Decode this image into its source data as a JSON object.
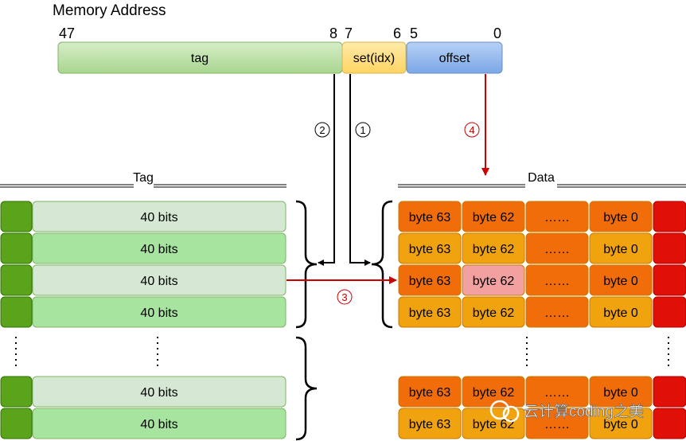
{
  "title": "Memory Address",
  "address": {
    "bits": {
      "b47": "47",
      "b8": "8",
      "b7": "7",
      "b6": "6",
      "b5": "5",
      "b0": "0"
    },
    "fields": {
      "tag": "tag",
      "set": "set(idx)",
      "offset": "offset"
    },
    "colors": {
      "tag": "#b9dfa4",
      "set": "#ffd97a",
      "offset": "#8fb6ee"
    }
  },
  "steps": {
    "s1": "1",
    "s2": "2",
    "s3": "3",
    "s4": "4"
  },
  "tag_array": {
    "header": "Tag",
    "rows": [
      {
        "bits": "40 bits",
        "shade": "light"
      },
      {
        "bits": "40 bits",
        "shade": "medium"
      },
      {
        "bits": "40 bits",
        "shade": "light"
      },
      {
        "bits": "40 bits",
        "shade": "medium"
      },
      {
        "bits": "40 bits",
        "shade": "light"
      },
      {
        "bits": "40 bits",
        "shade": "medium"
      }
    ],
    "colors": {
      "valid": "#5aa31a",
      "light": "#d5e8d4",
      "medium": "#a6e4a0"
    }
  },
  "data_array": {
    "header": "Data",
    "rows": [
      [
        "byte 63",
        "byte 62",
        "……",
        "byte 0"
      ],
      [
        "byte 63",
        "byte 62",
        "……",
        "byte 0"
      ],
      [
        "byte 63",
        "byte 62",
        "……",
        "byte 0"
      ],
      [
        "byte 63",
        "byte 62",
        "……",
        "byte 0"
      ],
      [
        "byte 63",
        "byte 62",
        "……",
        "byte 0"
      ],
      [
        "byte 63",
        "byte 62",
        "……",
        "byte 0"
      ]
    ],
    "colors": {
      "dark": "#f06d0a",
      "light": "#f0a30f",
      "selected": "#f2a0a0",
      "flag": "#e01008"
    }
  },
  "watermark": "云计算coding之美"
}
